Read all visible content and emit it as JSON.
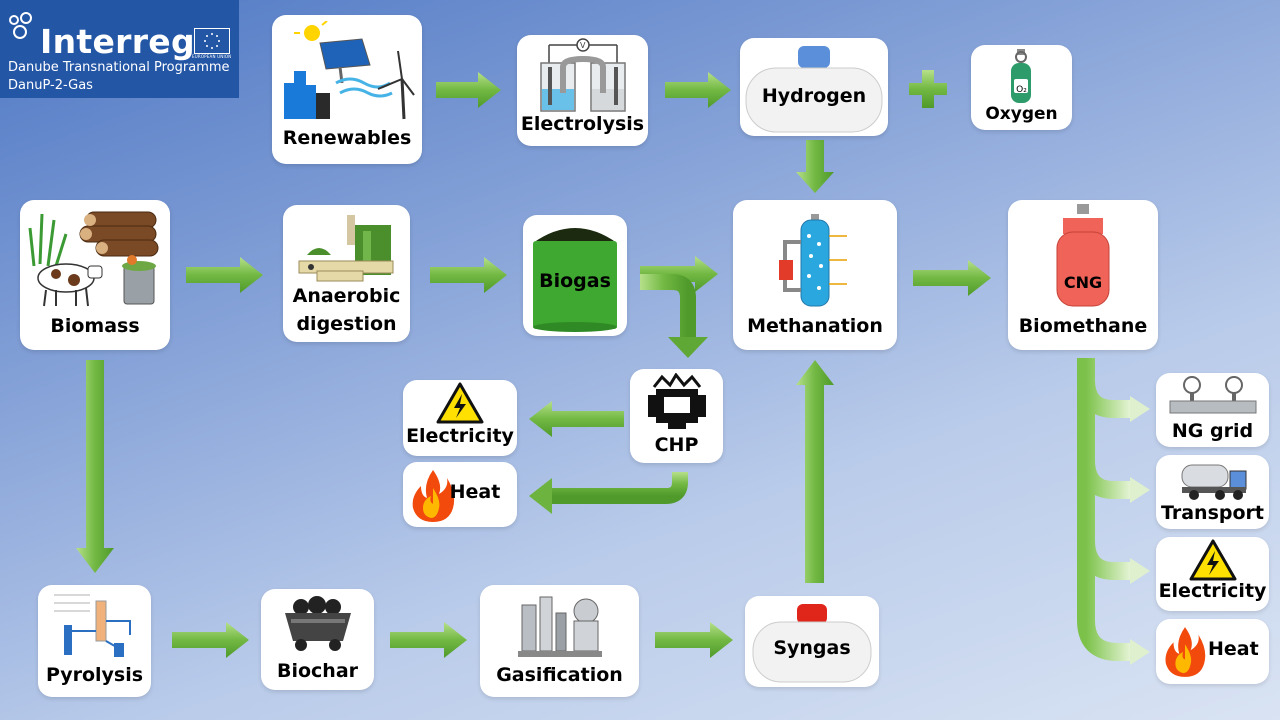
{
  "logo": {
    "brand": "Interreg",
    "eu_text": "EUROPEAN UNION",
    "programme": "Danube Transnational Programme",
    "project": "DanuP-2-Gas"
  },
  "nodes": {
    "renewables": "Renewables",
    "electrolysis": "Electrolysis",
    "hydrogen": "Hydrogen",
    "oxygen": "Oxygen",
    "oxygen_symbol": "O₂",
    "biomass": "Biomass",
    "anaerobic_line1": "Anaerobic",
    "anaerobic_line2": "digestion",
    "biogas": "Biogas",
    "methanation": "Methanation",
    "cng": "CNG",
    "biomethane": "Biomethane",
    "chp": "CHP",
    "electricity_chp": "Electricity",
    "heat_chp": "Heat",
    "pyrolysis": "Pyrolysis",
    "biochar": "Biochar",
    "gasification": "Gasification",
    "syngas": "Syngas",
    "ng_grid": "NG grid",
    "transport": "Transport",
    "electricity_out": "Electricity",
    "heat_out": "Heat"
  },
  "colors": {
    "arrow_green": "#6cb33f",
    "arrow_light": "#c9e7b0",
    "biogas_green": "#3ea830",
    "cng_red": "#ef6358",
    "hazard_yellow": "#ffe000",
    "logo_blue": "#2456a6"
  }
}
